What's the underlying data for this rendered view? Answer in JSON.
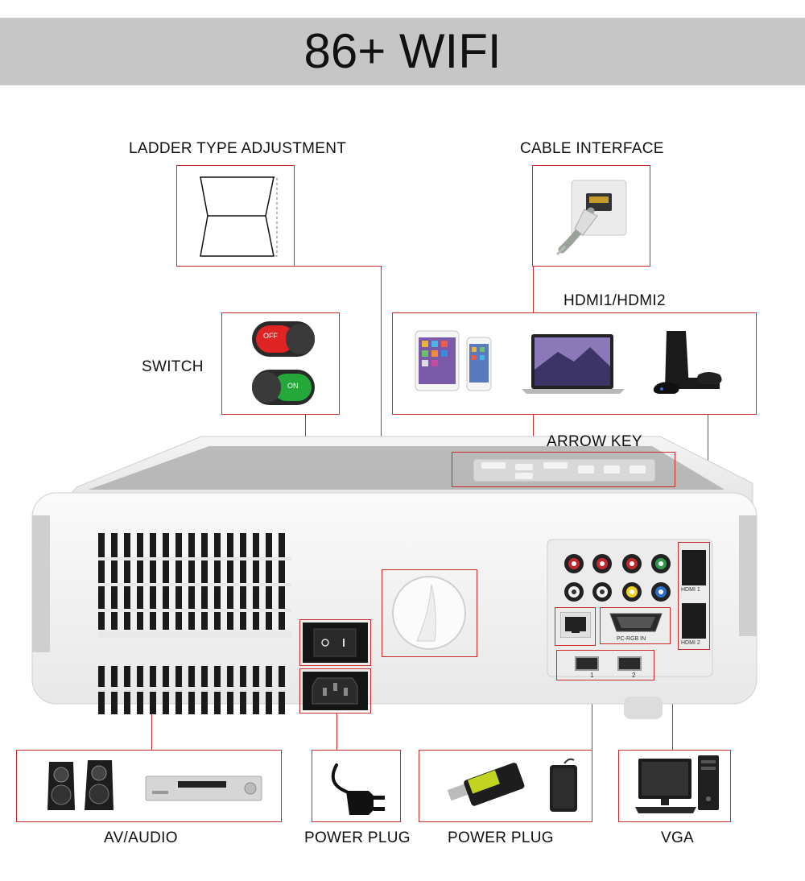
{
  "header": {
    "title": "86+ WIFI"
  },
  "labels": {
    "ladder": "LADDER TYPE ADJUSTMENT",
    "cable": "CABLE INTERFACE",
    "hdmi": "HDMI1/HDMI2",
    "switch": "SWITCH",
    "arrow": "ARROW KEY",
    "av_audio": "AV/AUDIO",
    "power_plug_1": "POWER PLUG",
    "power_plug_2": "POWER PLUG",
    "vga": "VGA"
  },
  "switch_states": {
    "off": "OFF",
    "on": "ON"
  },
  "panel_text": {
    "hdmi1": "HDMI 1",
    "hdmi2": "HDMI 2",
    "pc_rgb": "PC-RGB IN",
    "usb1": "1",
    "usb2": "2"
  },
  "colors": {
    "accent": "#cc2a2a",
    "header_bg": "#c6c6c6"
  }
}
